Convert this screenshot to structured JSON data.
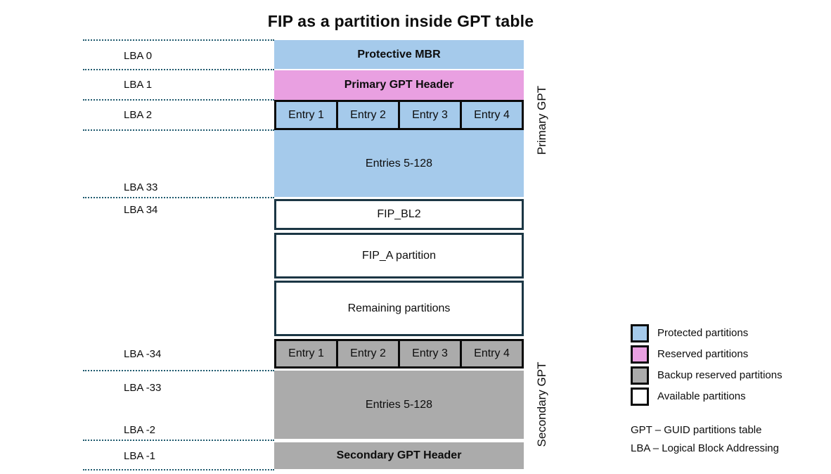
{
  "title": "FIP as a partition inside GPT table",
  "colors": {
    "protected": "#A5CAEB",
    "reserved": "#E9A0E1",
    "backup": "#ABABAB",
    "available": "#FFFFFF",
    "outline_dark": "#1B3644",
    "dotted_line": "#1F5A6E"
  },
  "lba_labels": {
    "l0": "LBA 0",
    "l1": "LBA 1",
    "l2": "LBA 2",
    "l33": "LBA 33",
    "l34": "LBA 34",
    "ln34": "LBA -34",
    "ln33": "LBA -33",
    "ln2": "LBA -2",
    "ln1": "LBA -1"
  },
  "blocks": {
    "protective_mbr": "Protective MBR",
    "primary_gpt_header": "Primary GPT Header",
    "primary_entries": [
      "Entry 1",
      "Entry 2",
      "Entry 3",
      "Entry 4"
    ],
    "primary_entries_rest": "Entries 5-128",
    "fip_bl2": "FIP_BL2",
    "fip_a": "FIP_A partition",
    "remaining": "Remaining partitions",
    "secondary_entries": [
      "Entry 1",
      "Entry 2",
      "Entry 3",
      "Entry 4"
    ],
    "secondary_entries_rest": "Entries 5-128",
    "secondary_gpt_header": "Secondary GPT Header"
  },
  "side_labels": {
    "primary": "Primary GPT",
    "secondary": "Secondary GPT"
  },
  "legend": {
    "items": [
      {
        "label": "Protected partitions",
        "color": "#A5CAEB"
      },
      {
        "label": "Reserved partitions",
        "color": "#E9A0E1"
      },
      {
        "label": "Backup reserved partitions",
        "color": "#ABABAB"
      },
      {
        "label": "Available partitions",
        "color": "#FFFFFF"
      }
    ],
    "abbreviations": [
      "GPT – GUID partitions table",
      "LBA – Logical Block Addressing"
    ]
  }
}
